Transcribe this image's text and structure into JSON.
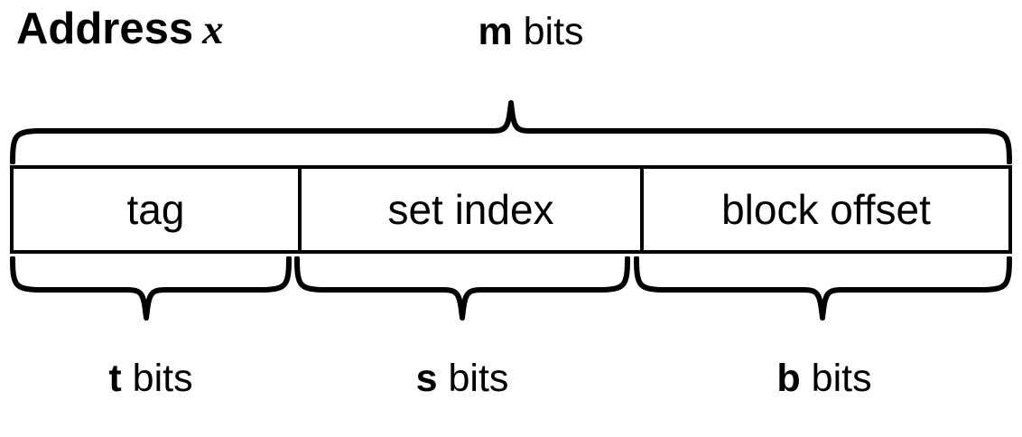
{
  "diagram": {
    "title": "Address x",
    "title_word": "Address",
    "title_variable": "x",
    "top_brace": {
      "label_symbol": "m",
      "label_suffix": " bits",
      "icon": "curly-brace-up-icon"
    },
    "fields": [
      {
        "name": "tag",
        "label": "tag",
        "bits_symbol": "t",
        "bits_suffix": " bits"
      },
      {
        "name": "set-index",
        "label": "set index",
        "bits_symbol": "s",
        "bits_suffix": " bits"
      },
      {
        "name": "block-offset",
        "label": "block offset",
        "bits_symbol": "b",
        "bits_suffix": " bits"
      }
    ],
    "bottom_brace_icon": "curly-brace-down-icon",
    "colors": {
      "stroke": "#000000",
      "background": "#ffffff",
      "text": "#000000"
    }
  }
}
